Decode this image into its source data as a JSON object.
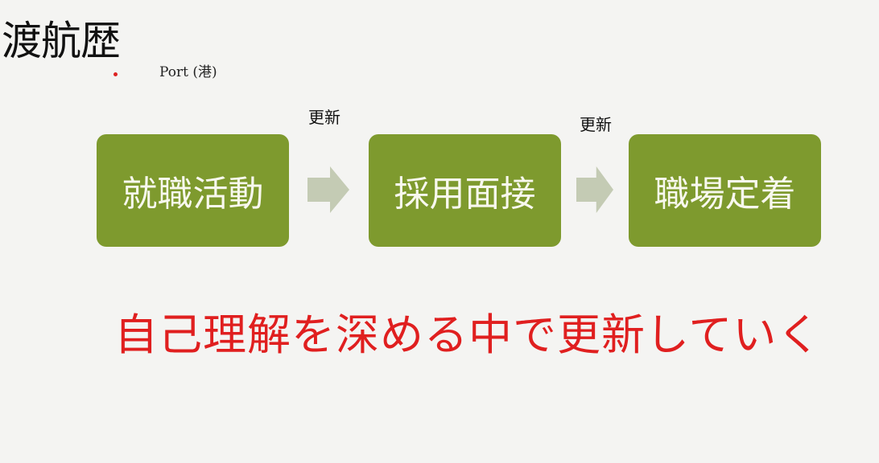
{
  "title": "渡航歴",
  "subtitle": "Port (港)",
  "flow": {
    "steps": [
      "就職活動",
      "採用面接",
      "職場定着"
    ],
    "arrow_labels": [
      "更新",
      "更新"
    ]
  },
  "message": "自己理解を深める中で更新していく",
  "colors": {
    "box": "#7e9a2e",
    "arrow": "#c4cbb4",
    "message": "#e01f1f"
  }
}
